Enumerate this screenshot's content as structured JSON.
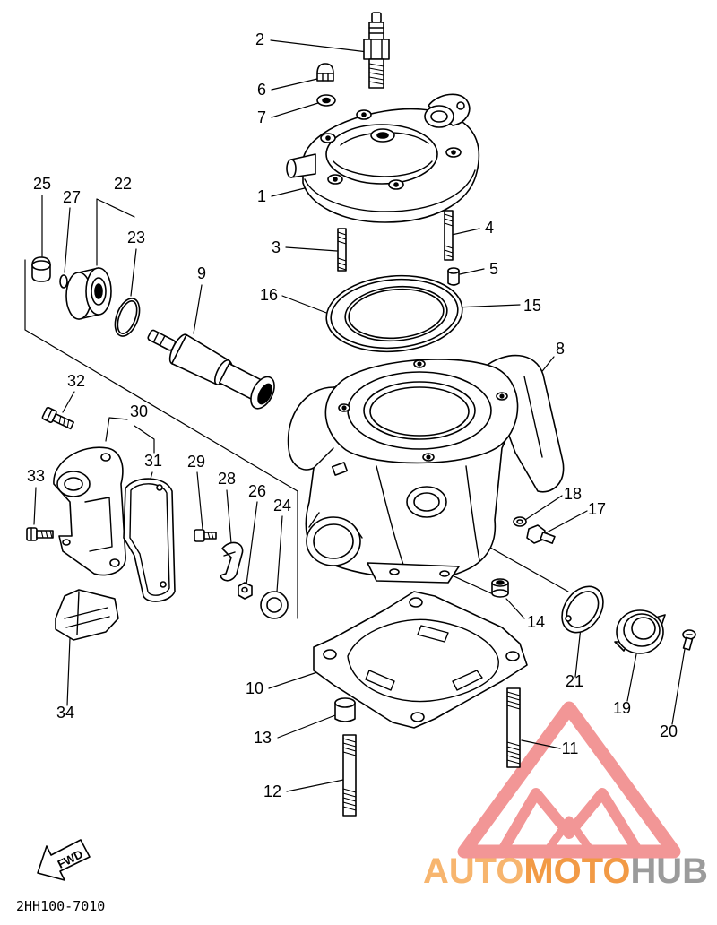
{
  "callouts": {
    "p1": "1",
    "p2": "2",
    "p3": "3",
    "p4": "4",
    "p5": "5",
    "p6": "6",
    "p7": "7",
    "p8": "8",
    "p9": "9",
    "p10": "10",
    "p11": "11",
    "p12": "12",
    "p13": "13",
    "p14": "14",
    "p15": "15",
    "p16": "16",
    "p17": "17",
    "p18": "18",
    "p19": "19",
    "p20": "20",
    "p21": "21",
    "p22": "22",
    "p23": "23",
    "p24": "24",
    "p25": "25",
    "p26": "26",
    "p27": "27",
    "p28": "28",
    "p29": "29",
    "p30": "30",
    "p31": "31",
    "p32": "32",
    "p33": "33",
    "p34": "34"
  },
  "fwd_arrow_label": "FWD",
  "diagram_code": "2HH100-7010",
  "watermark": {
    "part_a": "AUTO",
    "part_b": "MOTO",
    "part_c": "HUB"
  },
  "icons": {
    "direction": "fwd-arrow-icon",
    "logo": "automotohub-logo-icon"
  },
  "colors": {
    "linework": "#000000",
    "background": "#ffffff",
    "logo": "#f07c7c",
    "watermark_orange_light": "#f7b56e",
    "watermark_orange": "#f29a45",
    "watermark_gray": "#9b9b9b"
  }
}
